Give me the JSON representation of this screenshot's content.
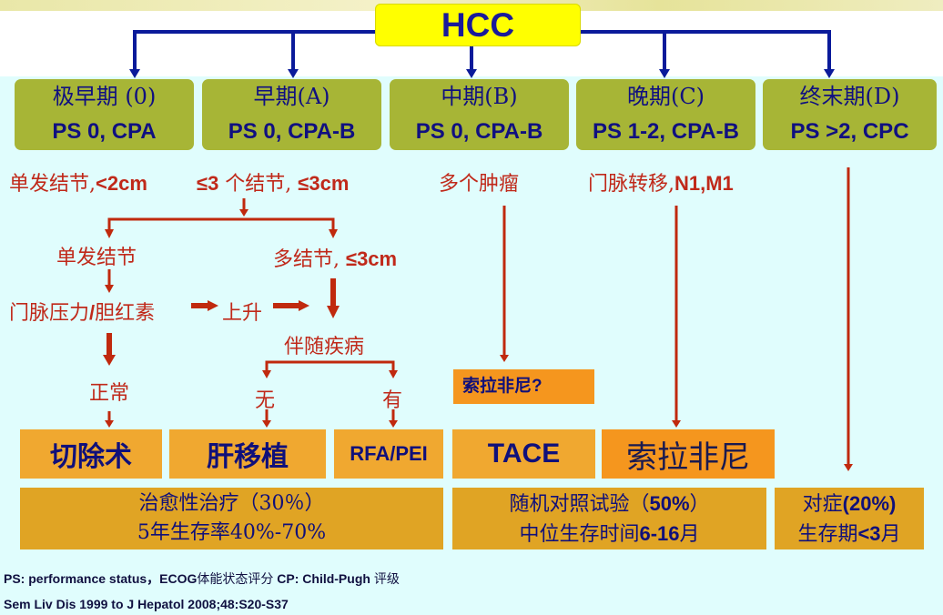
{
  "title": "HCC",
  "stages": [
    {
      "name": "极早期 (0)",
      "ps": "PS 0, CPA"
    },
    {
      "name": "早期(A)",
      "ps": "PS 0, CPA-B"
    },
    {
      "name": "中期(B)",
      "ps": "PS 0, CPA-B"
    },
    {
      "name": "晚期(C)",
      "ps": "PS 1-2, CPA-B"
    },
    {
      "name": "终末期(D)",
      "ps": "PS >2, CPC"
    }
  ],
  "criteria": {
    "stage0": {
      "cn": "单发结节,",
      "en": "<2cm"
    },
    "stageA": {
      "en1": "≤3",
      "cn": " 个结节, ",
      "en2": "≤3cm"
    },
    "stageB": "多个肿瘤",
    "stageC": {
      "cn": "门脉转移,",
      "en": "N1,M1"
    }
  },
  "flow": {
    "single_nodule": "单发结节",
    "multi_nodule": {
      "cn": "多结节, ",
      "en": "≤3cm"
    },
    "portal_pressure": {
      "cn1": "门脉压力",
      "en": "/",
      "cn2": "胆红素"
    },
    "elevated": "上升",
    "comorbidity": "伴随疾病",
    "normal": "正常",
    "none": "无",
    "yes": "有",
    "sorafenib_q": "索拉非尼?"
  },
  "treatments": {
    "resection": "切除术",
    "transplant": "肝移植",
    "rfa": "RFA/PEI",
    "tace": "TACE",
    "sorafenib": "索拉非尼"
  },
  "results": {
    "curative_line1": "治愈性治疗（30％）",
    "curative_line2": "5年生存率40%-70%",
    "rct_line1_cn": "随机对照试验（",
    "rct_line1_pct": "50%",
    "rct_line1_end": "）",
    "rct_line2_cn": "中位生存时间",
    "rct_line2_num": "6-16",
    "rct_line2_end": "月",
    "symp_line1_cn": "对症",
    "symp_line1_pct": "(20%)",
    "symp_line2_cn": "生存期",
    "symp_line2_num": "<3",
    "symp_line2_end": "月"
  },
  "footer": {
    "line1_a": "PS: performance status，ECOG",
    "line1_b": "体能状态评分",
    "line1_c": " CP: Child-Pugh ",
    "line1_d": "评级",
    "line2": "Sem Liv Dis 1999 to J Hepatol 2008;48:S20-S37"
  },
  "colors": {
    "background": "#e0fdfd",
    "hcc_box": "#ffff00",
    "stage_box": "#a7b536",
    "stage_text": "#101080",
    "red_text": "#c0291a",
    "treatment_box": "#f0a830",
    "sorafenib_box": "#f5961e",
    "result_box": "#e0a424",
    "top_connector": "#0a1a9a",
    "flow_arrow": "#c0290e"
  }
}
